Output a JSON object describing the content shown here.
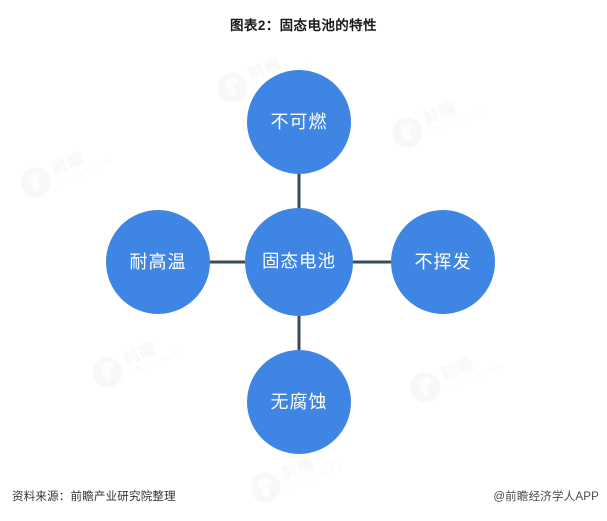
{
  "title": "图表2：固态电池的特性",
  "theme": {
    "node_fill": "#3f85e3",
    "node_text": "#ffffff",
    "connector": "#3c4a5e",
    "background": "#ffffff",
    "watermark": "#e9ebee"
  },
  "diagram": {
    "type": "hub-and-spoke",
    "center": {
      "id": "center",
      "label": "固态电池"
    },
    "spokes": [
      {
        "id": "top",
        "label": "不可燃",
        "position": "top"
      },
      {
        "id": "right",
        "label": "不挥发",
        "position": "right"
      },
      {
        "id": "bottom",
        "label": "无腐蚀",
        "position": "bottom"
      },
      {
        "id": "left",
        "label": "耐高温",
        "position": "left"
      }
    ]
  },
  "watermark": {
    "main": "前瞻",
    "sub": "中国产业咨询导者"
  },
  "footer": {
    "source": "资料来源：前瞻产业研究院整理",
    "attribution": "@前瞻经济学人APP"
  }
}
